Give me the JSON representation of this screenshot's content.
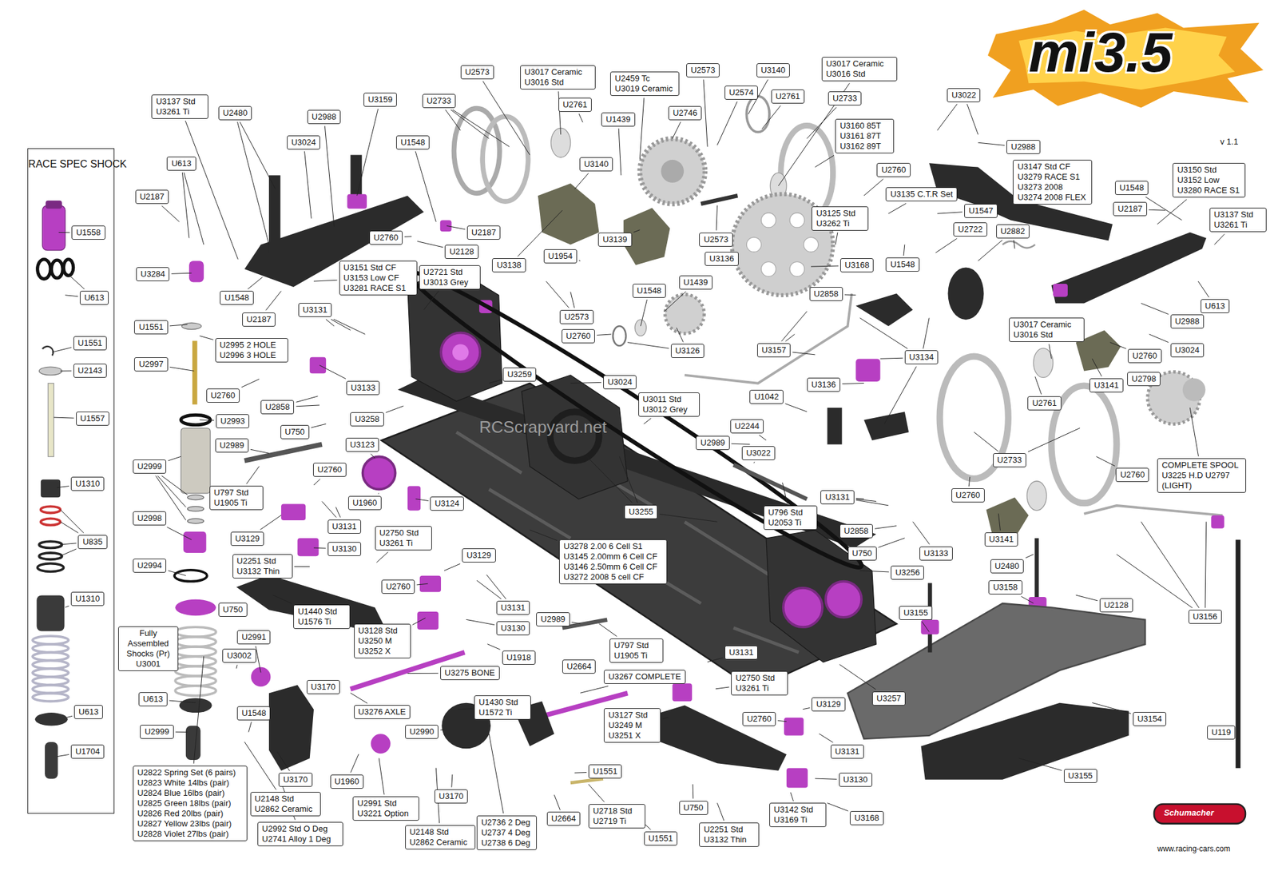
{
  "diagram": {
    "title": "mi3.5",
    "nodes": [
      {
        "text": [
          "RACE SPEC SHOCK"
        ]
      },
      {
        "text": [
          "U1558"
        ],
        "in": 0
      },
      {
        "text": [
          "U613"
        ],
        "in": 0
      },
      {
        "text": [
          "U1551"
        ],
        "in": 0
      },
      {
        "text": [
          "U2143"
        ],
        "in": 0
      },
      {
        "text": [
          "U1557"
        ],
        "in": 0
      },
      {
        "text": [
          "U1310"
        ],
        "in": 0
      },
      {
        "text": [
          "U835"
        ],
        "in": 0
      },
      {
        "text": [
          "U1310"
        ],
        "in": 0
      },
      {
        "text": [
          "U613"
        ],
        "in": 0
      },
      {
        "text": [
          "U1704"
        ],
        "in": 0
      },
      {
        "text": [
          "U3137 Std U3261 Ti"
        ]
      },
      {
        "text": [
          "U2480"
        ]
      },
      {
        "text": [
          "U613"
        ]
      },
      {
        "text": [
          "U2988"
        ]
      },
      {
        "text": [
          "U3024"
        ]
      },
      {
        "text": [
          "U3159"
        ]
      },
      {
        "text": [
          "U2187"
        ]
      },
      {
        "text": [
          "U1548"
        ]
      },
      {
        "text": [
          "U2760"
        ]
      },
      {
        "text": [
          "U2187"
        ]
      },
      {
        "text": [
          "U2128"
        ]
      },
      {
        "text": [
          "U3284"
        ]
      },
      {
        "text": [
          "U1548"
        ]
      },
      {
        "text": [
          "U3151 Std CF U3153 Low CF U3281 RACE S1"
        ]
      },
      {
        "text": [
          "U2187"
        ]
      },
      {
        "text": [
          "U3131"
        ]
      },
      {
        "text": [
          "U1551"
        ]
      },
      {
        "text": [
          "U2995 2 HOLE U2996 3 HOLE"
        ]
      },
      {
        "text": [
          "U2997"
        ]
      },
      {
        "text": [
          "U2760"
        ]
      },
      {
        "text": [
          "U3133"
        ]
      },
      {
        "text": [
          "U2858"
        ]
      },
      {
        "text": [
          "U3258"
        ]
      },
      {
        "text": [
          "U2993"
        ]
      },
      {
        "text": [
          "U750"
        ]
      },
      {
        "text": [
          "U2989"
        ]
      },
      {
        "text": [
          "U3123"
        ]
      },
      {
        "text": [
          "U2999"
        ]
      },
      {
        "text": [
          "U797 Std U1905 Ti"
        ]
      },
      {
        "text": [
          "U2760"
        ]
      },
      {
        "text": [
          "U1960"
        ]
      },
      {
        "text": [
          "U3124"
        ]
      },
      {
        "text": [
          "U2998"
        ]
      },
      {
        "text": [
          "U3131"
        ]
      },
      {
        "text": [
          "U3129"
        ]
      },
      {
        "text": [
          "U2750 Std U3261 Ti"
        ]
      },
      {
        "text": [
          "U3130"
        ]
      },
      {
        "text": [
          "U2994"
        ]
      },
      {
        "text": [
          "U2251 Std U3132 Thin"
        ]
      },
      {
        "text": [
          "U3129"
        ]
      },
      {
        "text": [
          "U2760"
        ]
      },
      {
        "text": [
          "U750"
        ]
      },
      {
        "text": [
          "U1440 Std U1576 Ti"
        ]
      },
      {
        "text": [
          "U3131"
        ]
      },
      {
        "text": [
          "Fully Assembled Shocks (Pr) U3001"
        ]
      },
      {
        "text": [
          "U3128 Std U3250 M U3252 X"
        ]
      },
      {
        "text": [
          "U3130"
        ]
      },
      {
        "text": [
          "U2989"
        ]
      },
      {
        "text": [
          "U2991"
        ]
      },
      {
        "text": [
          "U797 Std U1905 Ti"
        ]
      },
      {
        "text": [
          "U3002"
        ]
      },
      {
        "text": [
          "U1918"
        ]
      },
      {
        "text": [
          "U3131"
        ]
      },
      {
        "text": [
          "U2664"
        ]
      },
      {
        "text": [
          "U3275 BONE"
        ]
      },
      {
        "text": [
          "U3267 COMPLETE"
        ]
      },
      {
        "text": [
          "U2750 Std U3261 Ti"
        ]
      },
      {
        "text": [
          "U3170"
        ]
      },
      {
        "text": [
          "U3257"
        ]
      },
      {
        "text": [
          "U613"
        ]
      },
      {
        "text": [
          "U1430 Std U1572 Ti"
        ]
      },
      {
        "text": [
          "U3129"
        ]
      },
      {
        "text": [
          "U1548"
        ]
      },
      {
        "text": [
          "U3276 AXLE"
        ]
      },
      {
        "text": [
          "U3127 Std U3249 M U3251 X"
        ]
      },
      {
        "text": [
          "U2760"
        ]
      },
      {
        "text": [
          "U2999"
        ]
      },
      {
        "text": [
          "U2990"
        ]
      },
      {
        "text": [
          "U3131"
        ]
      },
      {
        "text": [
          "U2822 Spring Set (6 pairs) U2823 White 14lbs (pair) U2824 Blue 16lbs (pair) U2825 Green 18lbs (pair) U2826 Red 20lbs (pair) U2827 Yellow 23lbs (pair) U2828 Violet 27lbs (pair)"
        ]
      },
      {
        "text": [
          "U3170"
        ]
      },
      {
        "text": [
          "U1960"
        ]
      },
      {
        "text": [
          "U1551"
        ]
      },
      {
        "text": [
          "U3130"
        ]
      },
      {
        "text": [
          "U3170"
        ]
      },
      {
        "text": [
          "U2148 Std U2862 Ceramic"
        ]
      },
      {
        "text": [
          "U2991 Std U3221 Option"
        ]
      },
      {
        "text": [
          "U3142 Std U3169 Ti"
        ]
      },
      {
        "text": [
          "U750"
        ]
      },
      {
        "text": [
          "U2718 Std U2719 Ti"
        ]
      },
      {
        "text": [
          "U2664"
        ]
      },
      {
        "text": [
          "U3168"
        ]
      },
      {
        "text": [
          "U2736 2 Deg U2737 4 Deg U2738 6 Deg"
        ]
      },
      {
        "text": [
          "U2992 Std O Deg U2741 Alloy 1 Deg"
        ]
      },
      {
        "text": [
          "U2148 Std U2862 Ceramic"
        ]
      },
      {
        "text": [
          "U2251 Std U3132 Thin"
        ]
      },
      {
        "text": [
          "U1551"
        ]
      },
      {
        "text": [
          "U2573"
        ]
      },
      {
        "text": [
          "U3017 Ceramic U3016 Std"
        ]
      },
      {
        "text": [
          "U2733"
        ]
      },
      {
        "text": [
          "U2761"
        ]
      },
      {
        "text": [
          "U2459 Tc U3019 Ceramic"
        ]
      },
      {
        "text": [
          "U1439"
        ]
      },
      {
        "text": [
          "U2746"
        ]
      },
      {
        "text": [
          "U2573"
        ]
      },
      {
        "text": [
          "U3140"
        ]
      },
      {
        "text": [
          "U3017 Ceramic U3016 Std"
        ]
      },
      {
        "text": [
          "U2574"
        ]
      },
      {
        "text": [
          "U2761"
        ]
      },
      {
        "text": [
          "U2733"
        ]
      },
      {
        "text": [
          "U3160 85T U3161 87T U3162 89T"
        ]
      },
      {
        "text": [
          "U3140"
        ]
      },
      {
        "text": [
          "U2760"
        ]
      },
      {
        "text": [
          "U3135 C.T.R Set"
        ]
      },
      {
        "text": [
          "U3125 Std U3262 Ti"
        ]
      },
      {
        "text": [
          "U1547"
        ]
      },
      {
        "text": [
          "U2573"
        ]
      },
      {
        "text": [
          "U2722"
        ]
      },
      {
        "text": [
          "U2882"
        ]
      },
      {
        "text": [
          "U3139"
        ]
      },
      {
        "text": [
          "U3136"
        ]
      },
      {
        "text": [
          "U1954"
        ]
      },
      {
        "text": [
          "U3138"
        ]
      },
      {
        "text": [
          "U3168"
        ]
      },
      {
        "text": [
          "U1548"
        ]
      },
      {
        "text": [
          "U2721 Std U3013 Grey"
        ]
      },
      {
        "text": [
          "U1548"
        ]
      },
      {
        "text": [
          "U1439"
        ]
      },
      {
        "text": [
          "U2858"
        ]
      },
      {
        "text": [
          "U2573"
        ]
      },
      {
        "text": [
          "U2760"
        ]
      },
      {
        "text": [
          "U3126"
        ]
      },
      {
        "text": [
          "U3157"
        ]
      },
      {
        "text": [
          "U3134"
        ]
      },
      {
        "text": [
          "U3259"
        ]
      },
      {
        "text": [
          "U3024"
        ]
      },
      {
        "text": [
          "U3136"
        ]
      },
      {
        "text": [
          "U1042"
        ]
      },
      {
        "text": [
          "U3011 Std U3012 Grey"
        ]
      },
      {
        "text": [
          "U2244"
        ]
      },
      {
        "text": [
          "U2989"
        ]
      },
      {
        "text": [
          "U3022"
        ]
      },
      {
        "text": [
          "U3255"
        ]
      },
      {
        "text": [
          "U796 Std U2053 Ti"
        ]
      },
      {
        "text": [
          "U3131"
        ]
      },
      {
        "text": [
          "U2858"
        ]
      },
      {
        "text": [
          "U3278 2.00 6 Cell S1 U3145 2.00mm 6 Cell CF U3146 2.50mm 6 Cell CF U3272 2008 5 cell CF"
        ]
      },
      {
        "text": [
          "U750"
        ]
      },
      {
        "text": [
          "U3133"
        ]
      },
      {
        "text": [
          "U3256"
        ]
      },
      {
        "text": [
          "U3155"
        ]
      },
      {
        "text": [
          "U3022"
        ]
      },
      {
        "text": [
          "U2988"
        ]
      },
      {
        "text": [
          "U3147 Std CF U3279 RACE S1 U3273 2008 U3274 2008 FLEX"
        ]
      },
      {
        "text": [
          "U3150 Std U3152 Low U3280 RACE S1"
        ]
      },
      {
        "text": [
          "U1548"
        ]
      },
      {
        "text": [
          "U2187"
        ]
      },
      {
        "text": [
          "U3137 Std U3261 Ti"
        ]
      },
      {
        "text": [
          "U613"
        ]
      },
      {
        "text": [
          "U2988"
        ]
      },
      {
        "text": [
          "U3017 Ceramic U3016 Std"
        ]
      },
      {
        "text": [
          "U3024"
        ]
      },
      {
        "text": [
          "U2760"
        ]
      },
      {
        "text": [
          "U3141"
        ]
      },
      {
        "text": [
          "U2798"
        ]
      },
      {
        "text": [
          "U2761"
        ]
      },
      {
        "text": [
          "U2733"
        ]
      },
      {
        "text": [
          "COMPLETE SPOOL U3225 H.D U2797 (LIGHT)"
        ]
      },
      {
        "text": [
          "U2760"
        ]
      },
      {
        "text": [
          "U2760"
        ]
      },
      {
        "text": [
          "U3141"
        ]
      },
      {
        "text": [
          "U2480"
        ]
      },
      {
        "text": [
          "U3158"
        ]
      },
      {
        "text": [
          "U2128"
        ]
      },
      {
        "text": [
          "U3156"
        ]
      },
      {
        "text": [
          "U3154"
        ]
      },
      {
        "text": [
          "U3155"
        ]
      },
      {
        "text": [
          "U119"
        ]
      }
    ],
    "labels": [
      "v 1.1",
      "RCScrapyard.net",
      "Schumacher",
      "www.racing-cars.com"
    ]
  }
}
